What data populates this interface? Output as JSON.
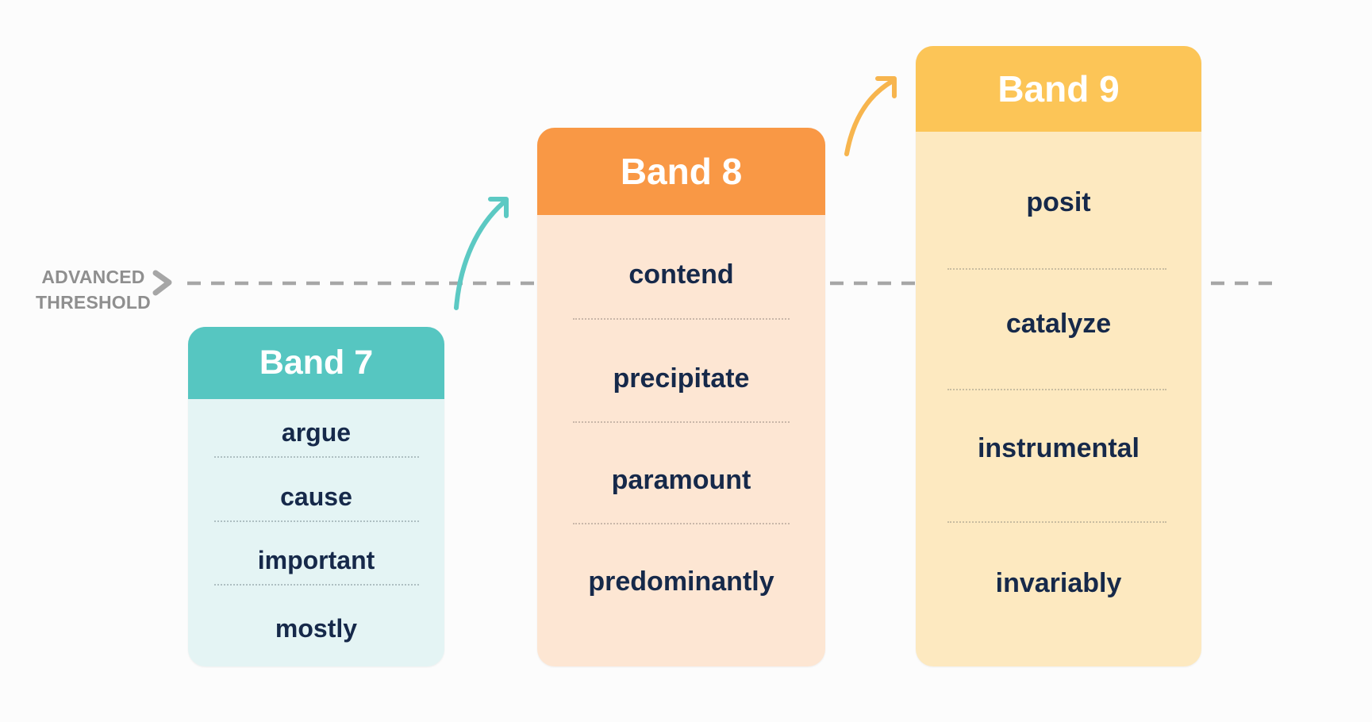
{
  "threshold": {
    "line1": "ADVANCED",
    "line2": "THRESHOLD"
  },
  "bands": [
    {
      "title": "Band 7",
      "words": [
        "argue",
        "cause",
        "important",
        "mostly"
      ]
    },
    {
      "title": "Band 8",
      "words": [
        "contend",
        "precipitate",
        "paramount",
        "predominantly"
      ]
    },
    {
      "title": "Band 9",
      "words": [
        "posit",
        "catalyze",
        "instrumental",
        "invariably"
      ]
    }
  ],
  "colors": {
    "band7_header": "#56c6c1",
    "band7_body": "#e4f4f4",
    "band8_header": "#f99845",
    "band8_body": "#fde6d3",
    "band9_header": "#fcc557",
    "band9_body": "#fde9c0",
    "text": "#16294a",
    "threshold": "#a6a6a6",
    "arrow_teal": "#5cc9c3",
    "arrow_orange": "#f7b54e"
  }
}
